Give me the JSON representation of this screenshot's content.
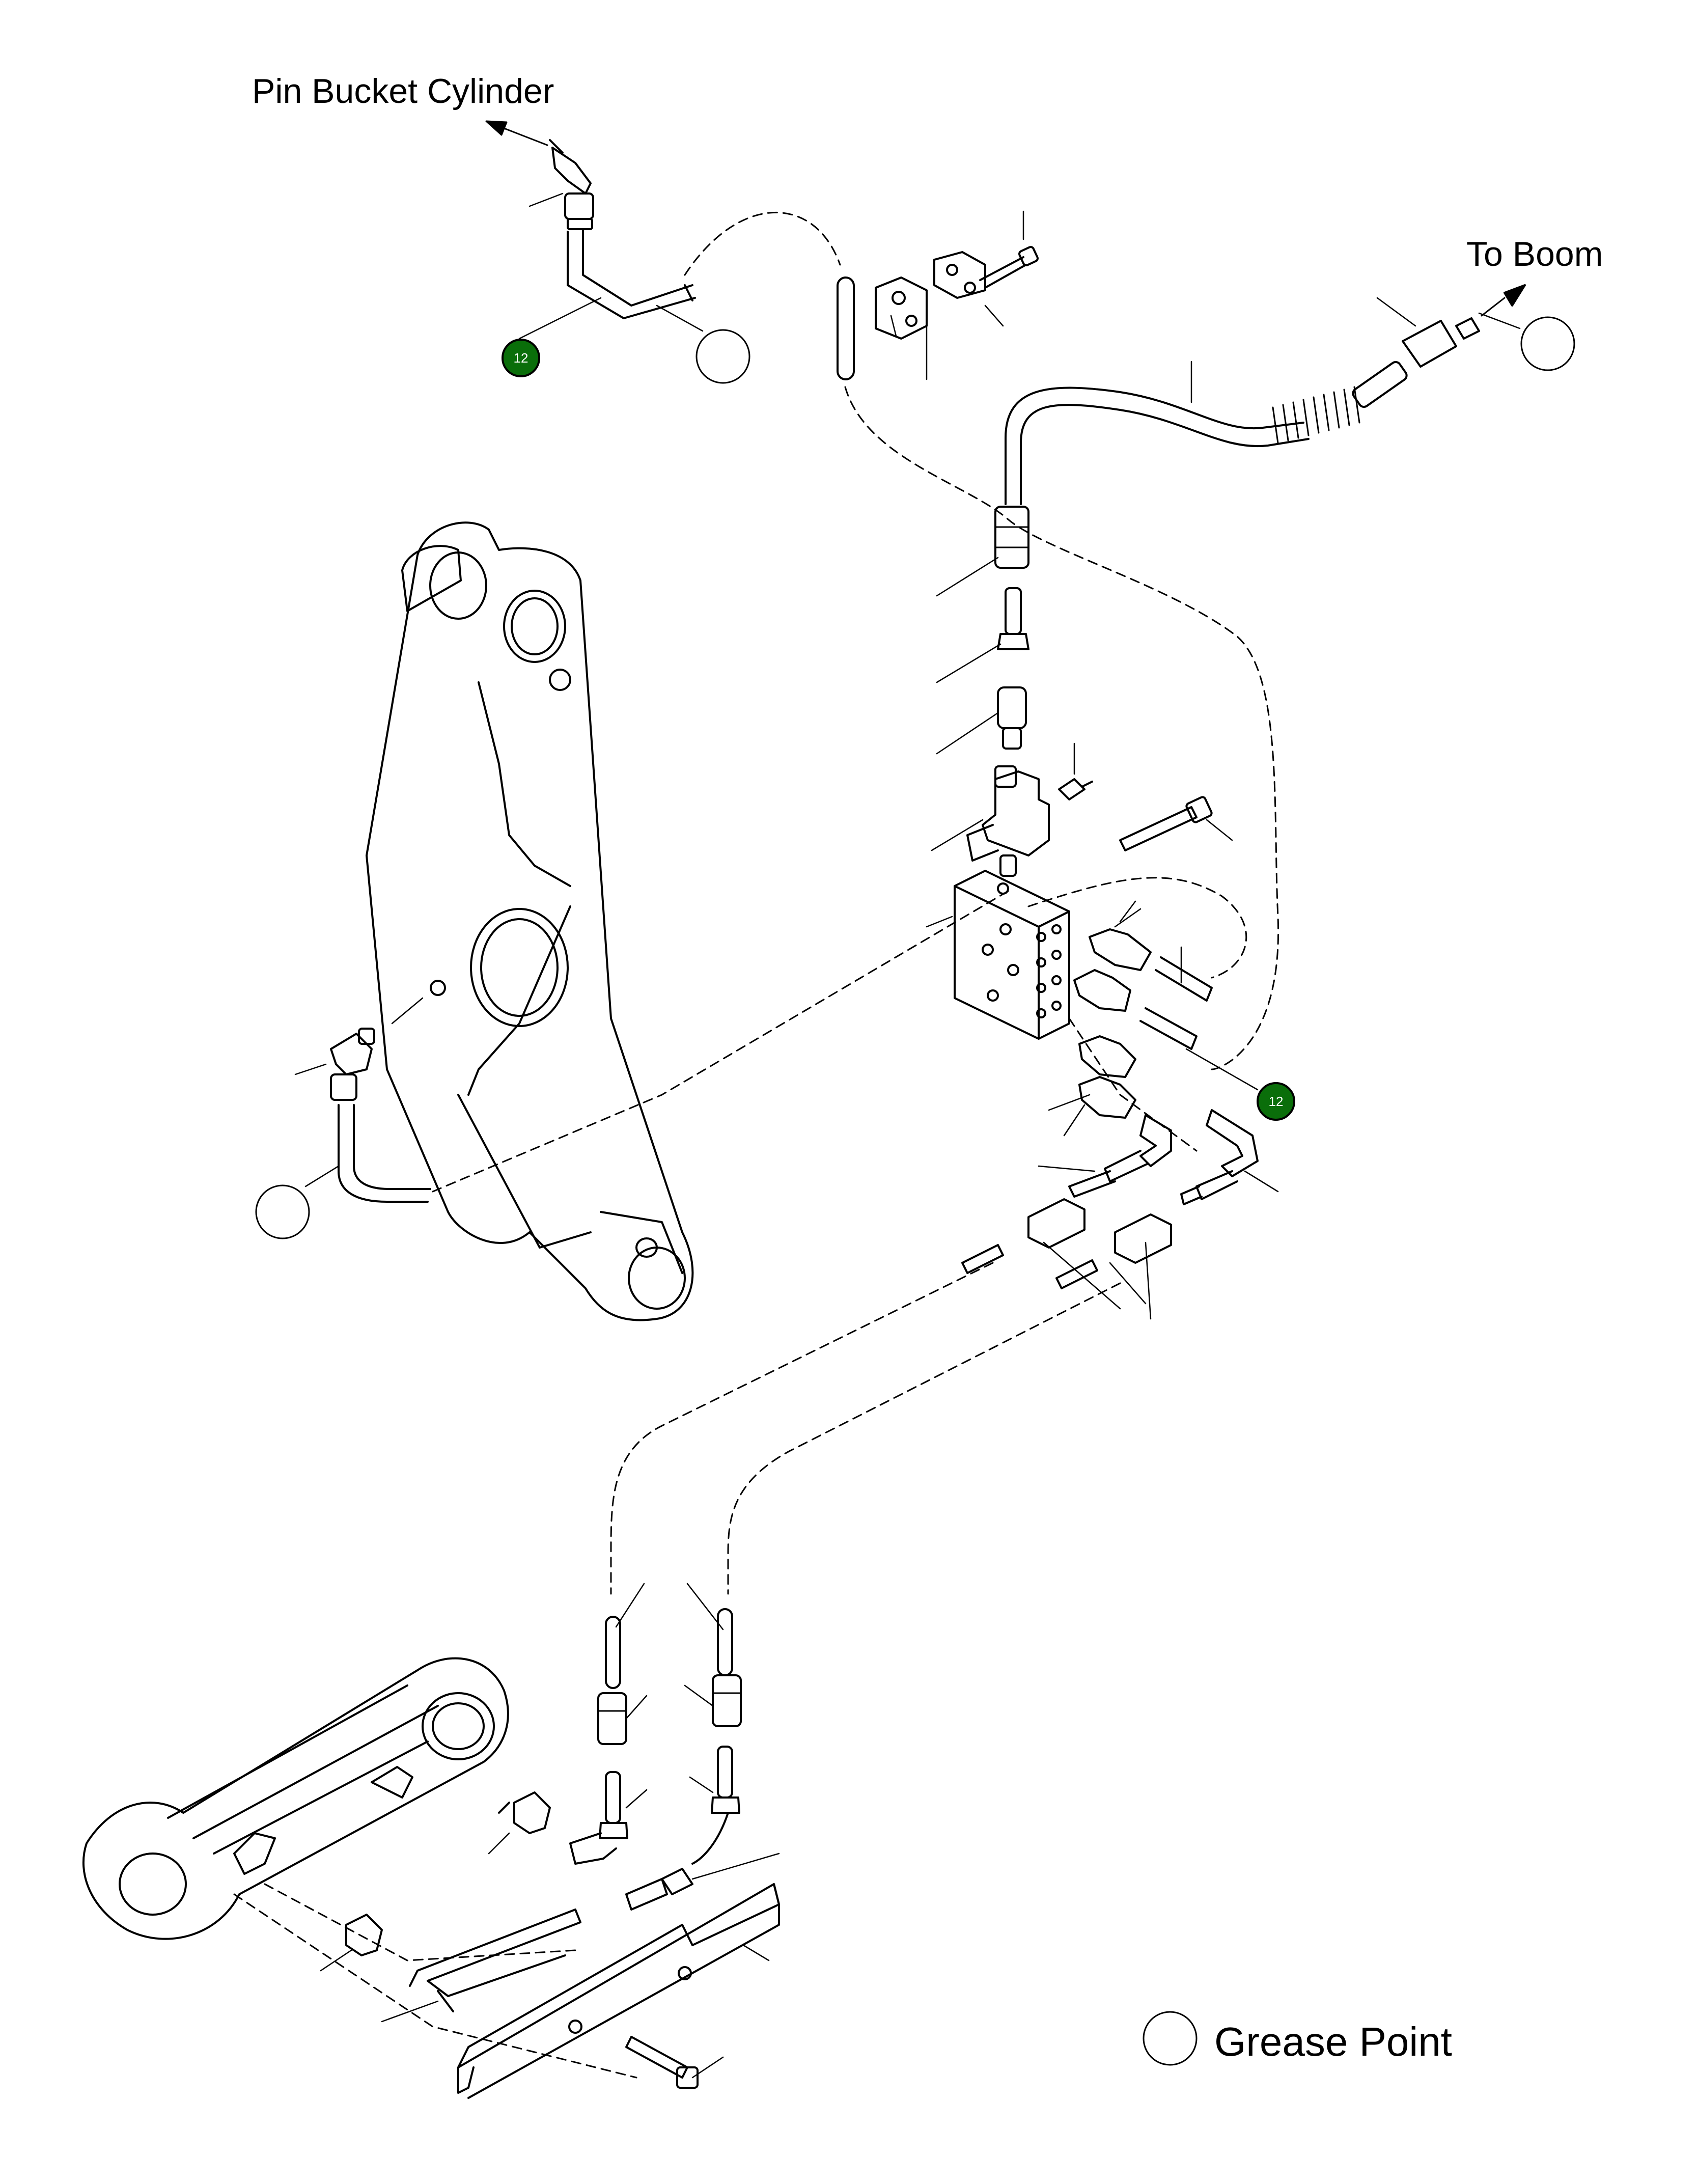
{
  "labels": {
    "pin_bucket_cylinder": "Pin Bucket Cylinder",
    "to_boom": "To Boom",
    "grease_point": "Grease Point"
  },
  "callouts": [
    {
      "number": "12",
      "color": "#0a6e0a"
    },
    {
      "number": "12",
      "color": "#0a6e0a"
    }
  ],
  "colors": {
    "line": "#000000",
    "callout_fill": "#0a6e0a",
    "background": "#ffffff"
  },
  "icons": {
    "grease_point_symbol": "circle-outline"
  }
}
